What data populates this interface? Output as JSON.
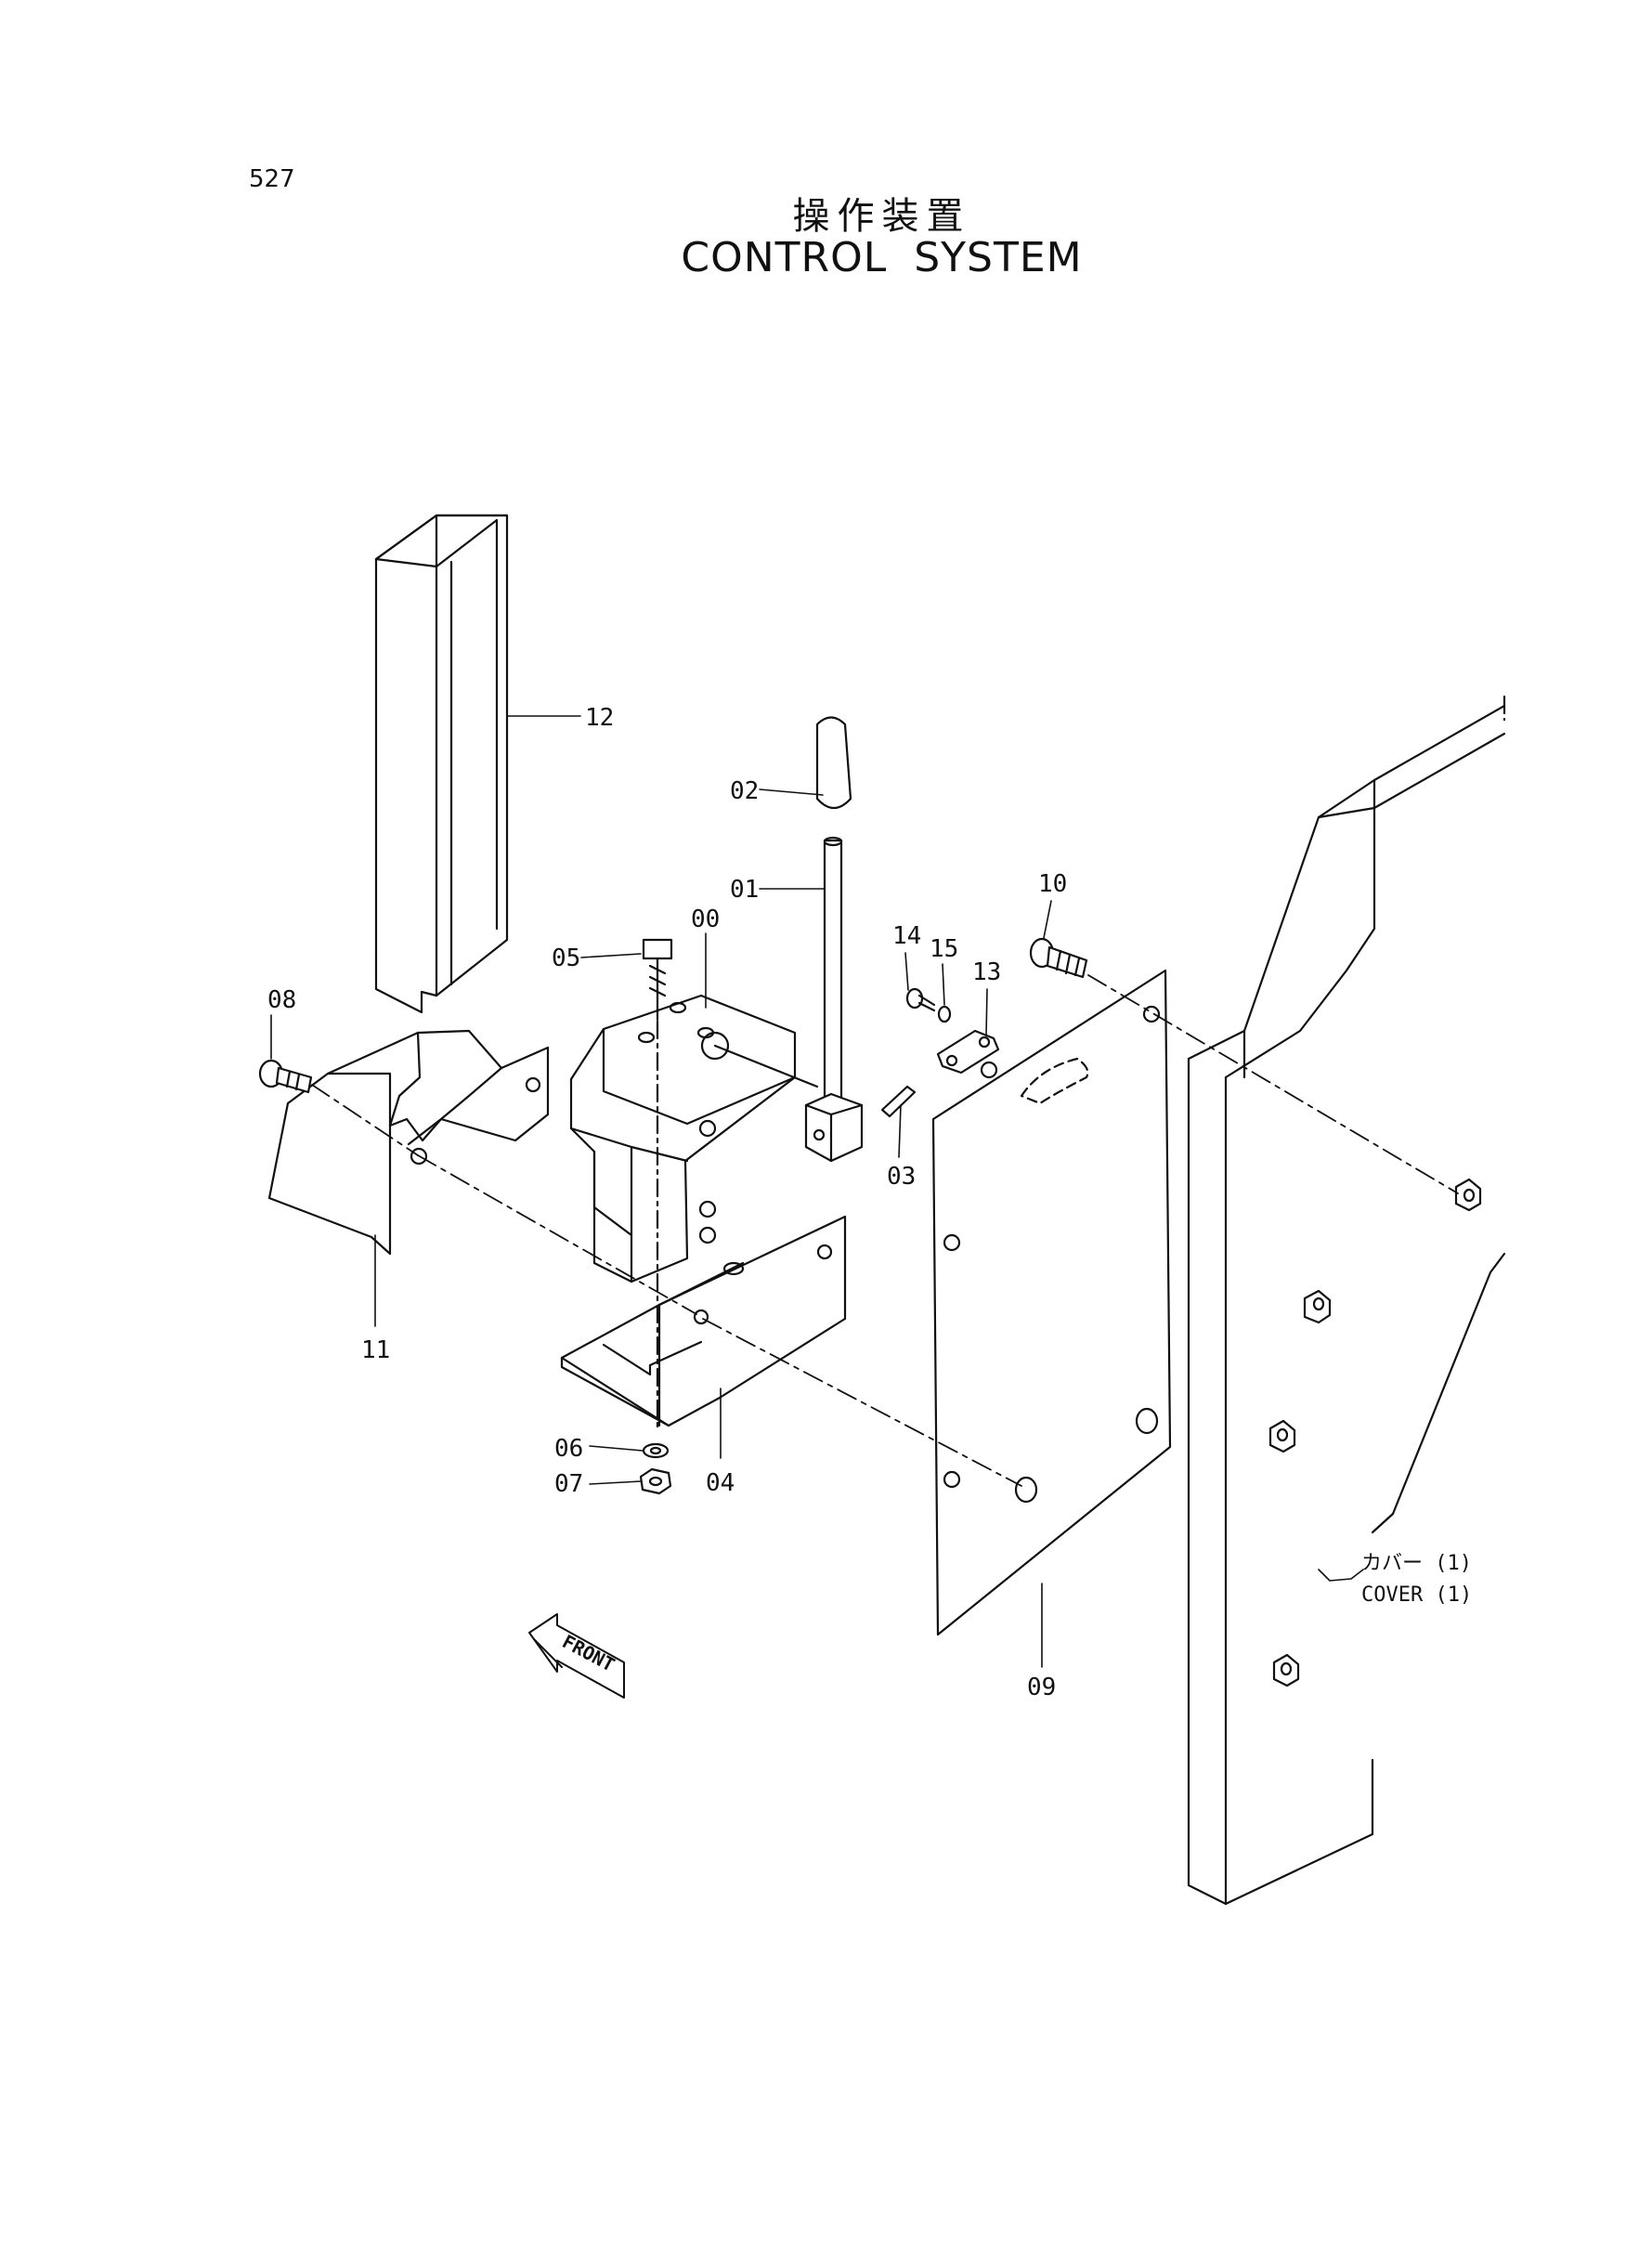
{
  "page_number": "527",
  "title_ja": "操作装置",
  "title_en": "CONTROL SYSTEM",
  "parts": {
    "p00": "00",
    "p01": "01",
    "p02": "02",
    "p03": "03",
    "p04": "04",
    "p05": "05",
    "p06": "06",
    "p07": "07",
    "p08": "08",
    "p09": "09",
    "p10": "10",
    "p11": "11",
    "p12": "12",
    "p13": "13",
    "p14": "14",
    "p15": "15"
  },
  "cover_ja": "カバー (1)",
  "cover_en": "COVER (1)",
  "front_label": "FRONT"
}
